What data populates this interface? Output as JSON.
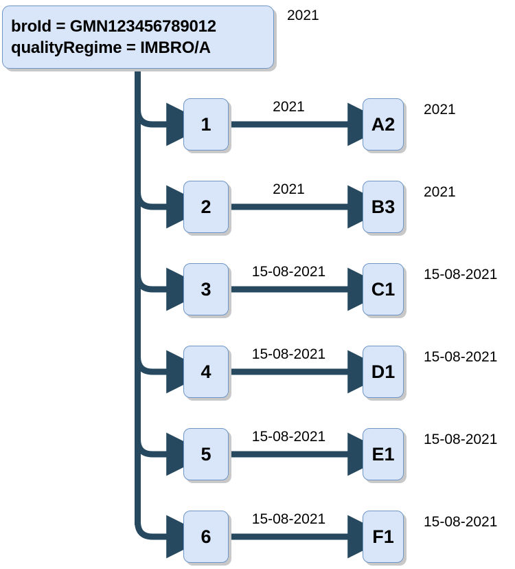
{
  "diagram": {
    "type": "tree",
    "title": "",
    "colors": {
      "node_fill": "#d9e5f8",
      "node_border": "#6e95c6",
      "connector": "#27495f",
      "shadow": "#c8c8c8",
      "text": "#000000",
      "background": "#ffffff"
    },
    "root": {
      "lines": [
        "broId = GMN123456789012",
        "qualityRegime = IMBRO/A"
      ],
      "side_label": "2021"
    },
    "rows": [
      {
        "left_label": "1",
        "edge_label": "2021",
        "right_label": "A2",
        "side_label": "2021"
      },
      {
        "left_label": "2",
        "edge_label": "2021",
        "right_label": "B3",
        "side_label": "2021"
      },
      {
        "left_label": "3",
        "edge_label": "15-08-2021",
        "right_label": "C1",
        "side_label": "15-08-2021"
      },
      {
        "left_label": "4",
        "edge_label": "15-08-2021",
        "right_label": "D1",
        "side_label": "15-08-2021"
      },
      {
        "left_label": "5",
        "edge_label": "15-08-2021",
        "right_label": "E1",
        "side_label": "15-08-2021"
      },
      {
        "left_label": "6",
        "edge_label": "15-08-2021",
        "right_label": "F1",
        "side_label": "15-08-2021"
      }
    ]
  }
}
